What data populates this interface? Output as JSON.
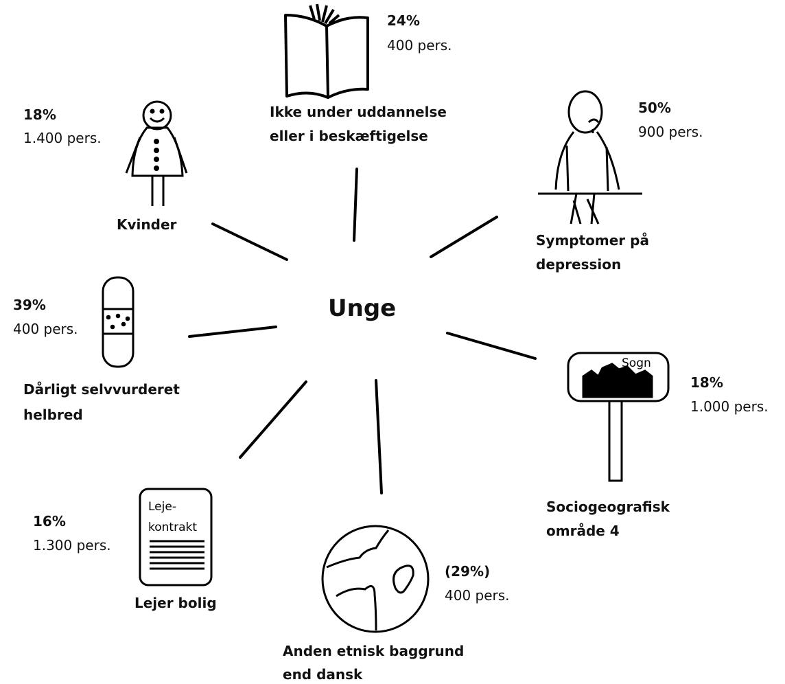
{
  "center": {
    "title": "Unge"
  },
  "nodes": {
    "education": {
      "pct": "24%",
      "count": "400 pers.",
      "label_line1": "Ikke under uddannelse",
      "label_line2": "eller i beskæftigelse",
      "icon": "open-book-icon"
    },
    "depression": {
      "pct": "50%",
      "count": "900 pers.",
      "label_line1": "Symptomer på",
      "label_line2": "depression",
      "icon": "sad-person-sitting-icon"
    },
    "women": {
      "pct": "18%",
      "count": "1.400 pers.",
      "label_line1": "Kvinder",
      "icon": "woman-figure-icon"
    },
    "health": {
      "pct": "39%",
      "count": "400 pers.",
      "label_line1": "Dårligt selvvurderet",
      "label_line2": "helbred",
      "icon": "bandage-icon"
    },
    "area": {
      "pct": "18%",
      "count": "1.000 pers.",
      "label_line1": "Sociogeografisk",
      "label_line2": "område 4",
      "sign_text": "Sogn",
      "icon": "parish-sign-icon"
    },
    "rent": {
      "pct": "16%",
      "count": "1.300 pers.",
      "label_line1": "Lejer bolig",
      "doc_line1": "Leje-",
      "doc_line2": "kontrakt",
      "icon": "lease-document-icon"
    },
    "ethnic": {
      "pct": "(29%)",
      "count": "400 pers.",
      "label_line1": "Anden etnisk baggrund",
      "label_line2": "end dansk",
      "icon": "globe-icon"
    }
  }
}
